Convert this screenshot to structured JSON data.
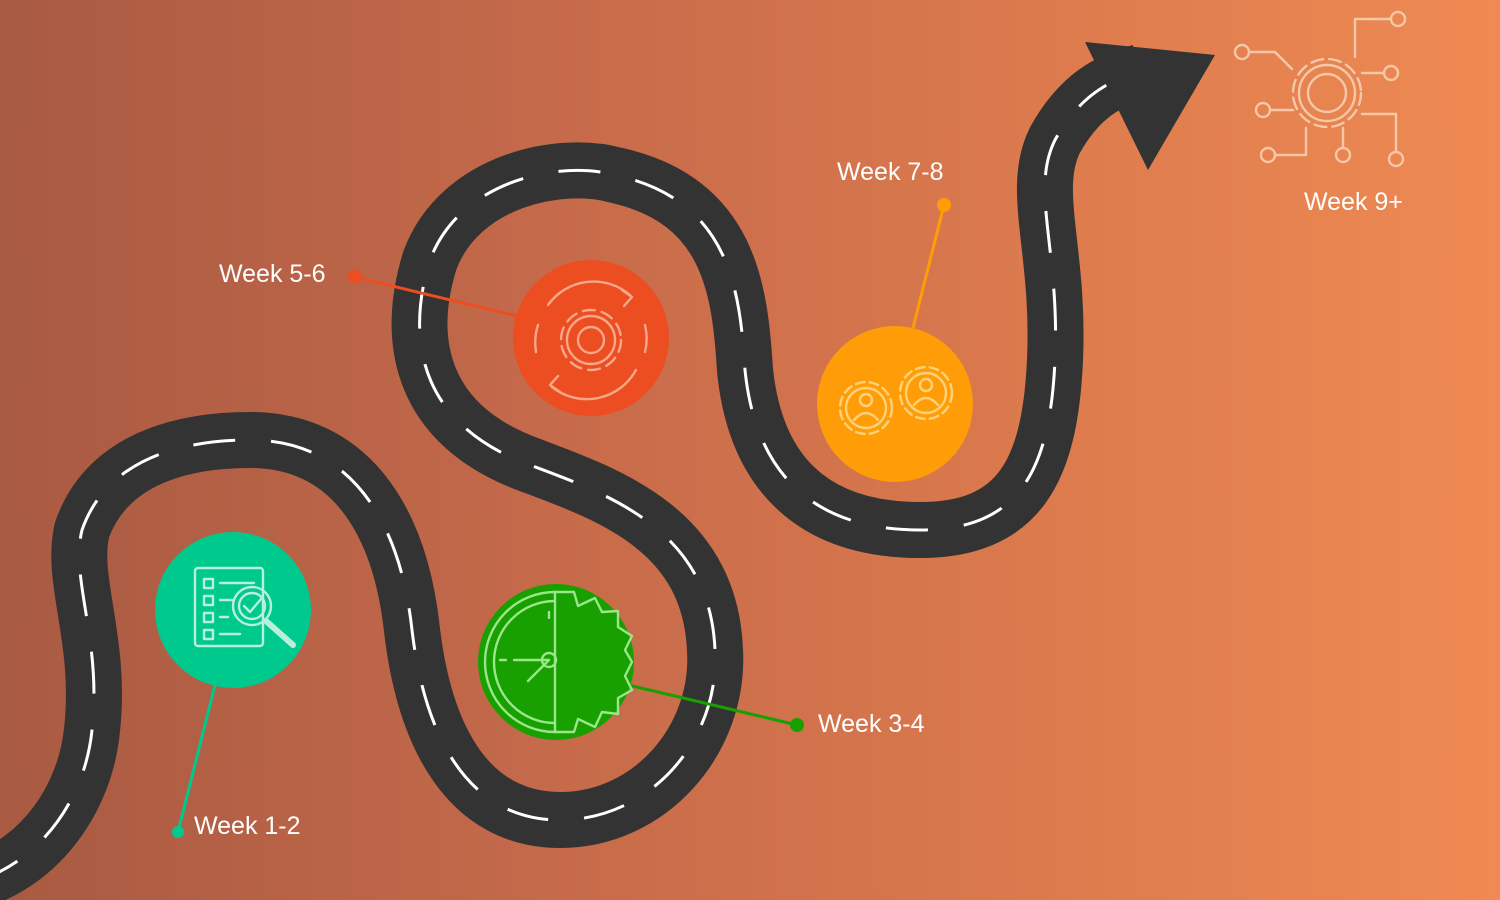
{
  "colors": {
    "road": "#333333",
    "lane": "#ffffff",
    "step1": "#00c98d",
    "step2": "#17a000",
    "step3": "#ec4d21",
    "step4": "#ff9d08",
    "step5": "#f6c8a8"
  },
  "milestones": [
    {
      "label": "Week 1-2",
      "icon": "checklist-magnifier-icon"
    },
    {
      "label": "Week 3-4",
      "icon": "clock-gear-icon"
    },
    {
      "label": "Week 5-6",
      "icon": "gear-cycle-icon"
    },
    {
      "label": "Week 7-8",
      "icon": "team-gears-icon"
    },
    {
      "label": "Week 9+",
      "icon": "gear-network-icon"
    }
  ]
}
